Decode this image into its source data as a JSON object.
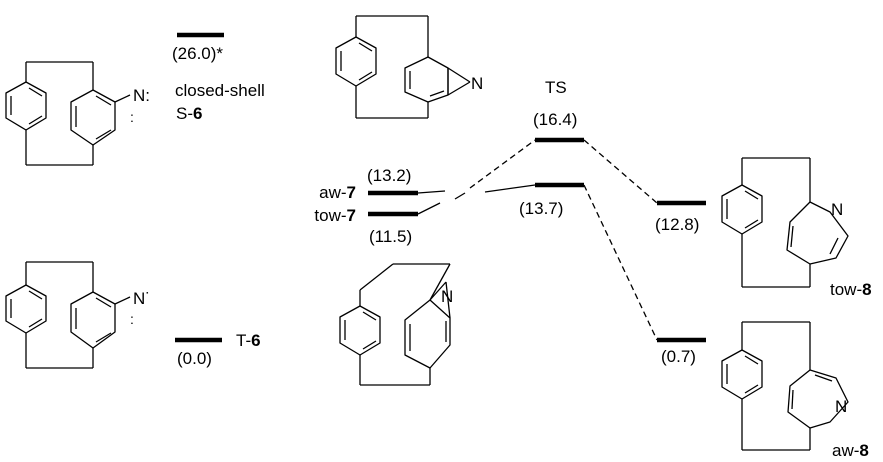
{
  "species": {
    "S6": {
      "energy": "(26.0)*",
      "label_line1": "closed-shell",
      "label_prefix": "S-",
      "label_num": "6"
    },
    "T6": {
      "energy": "(0.0)",
      "label_prefix": "T-",
      "label_num": "6"
    },
    "aw7": {
      "energy": "(13.2)",
      "label_prefix": "aw-",
      "label_num": "7"
    },
    "tow7": {
      "energy": "(11.5)",
      "label_prefix": "tow-",
      "label_num": "7"
    },
    "TS": {
      "label": "TS",
      "energy_upper": "(16.4)",
      "energy_lower": "(13.7)"
    },
    "tow8": {
      "energy": "(12.8)",
      "label_prefix": "tow-",
      "label_num": "8"
    },
    "aw8": {
      "energy": "(0.7)",
      "label_prefix": "aw-",
      "label_num": "8"
    }
  },
  "atoms": {
    "nitrene_S": "N:",
    "nitrene_T": "N˙",
    "azirine_top": "N",
    "azirine_bottom": "N",
    "azepine_tow": "N",
    "azepine_aw": "N"
  }
}
